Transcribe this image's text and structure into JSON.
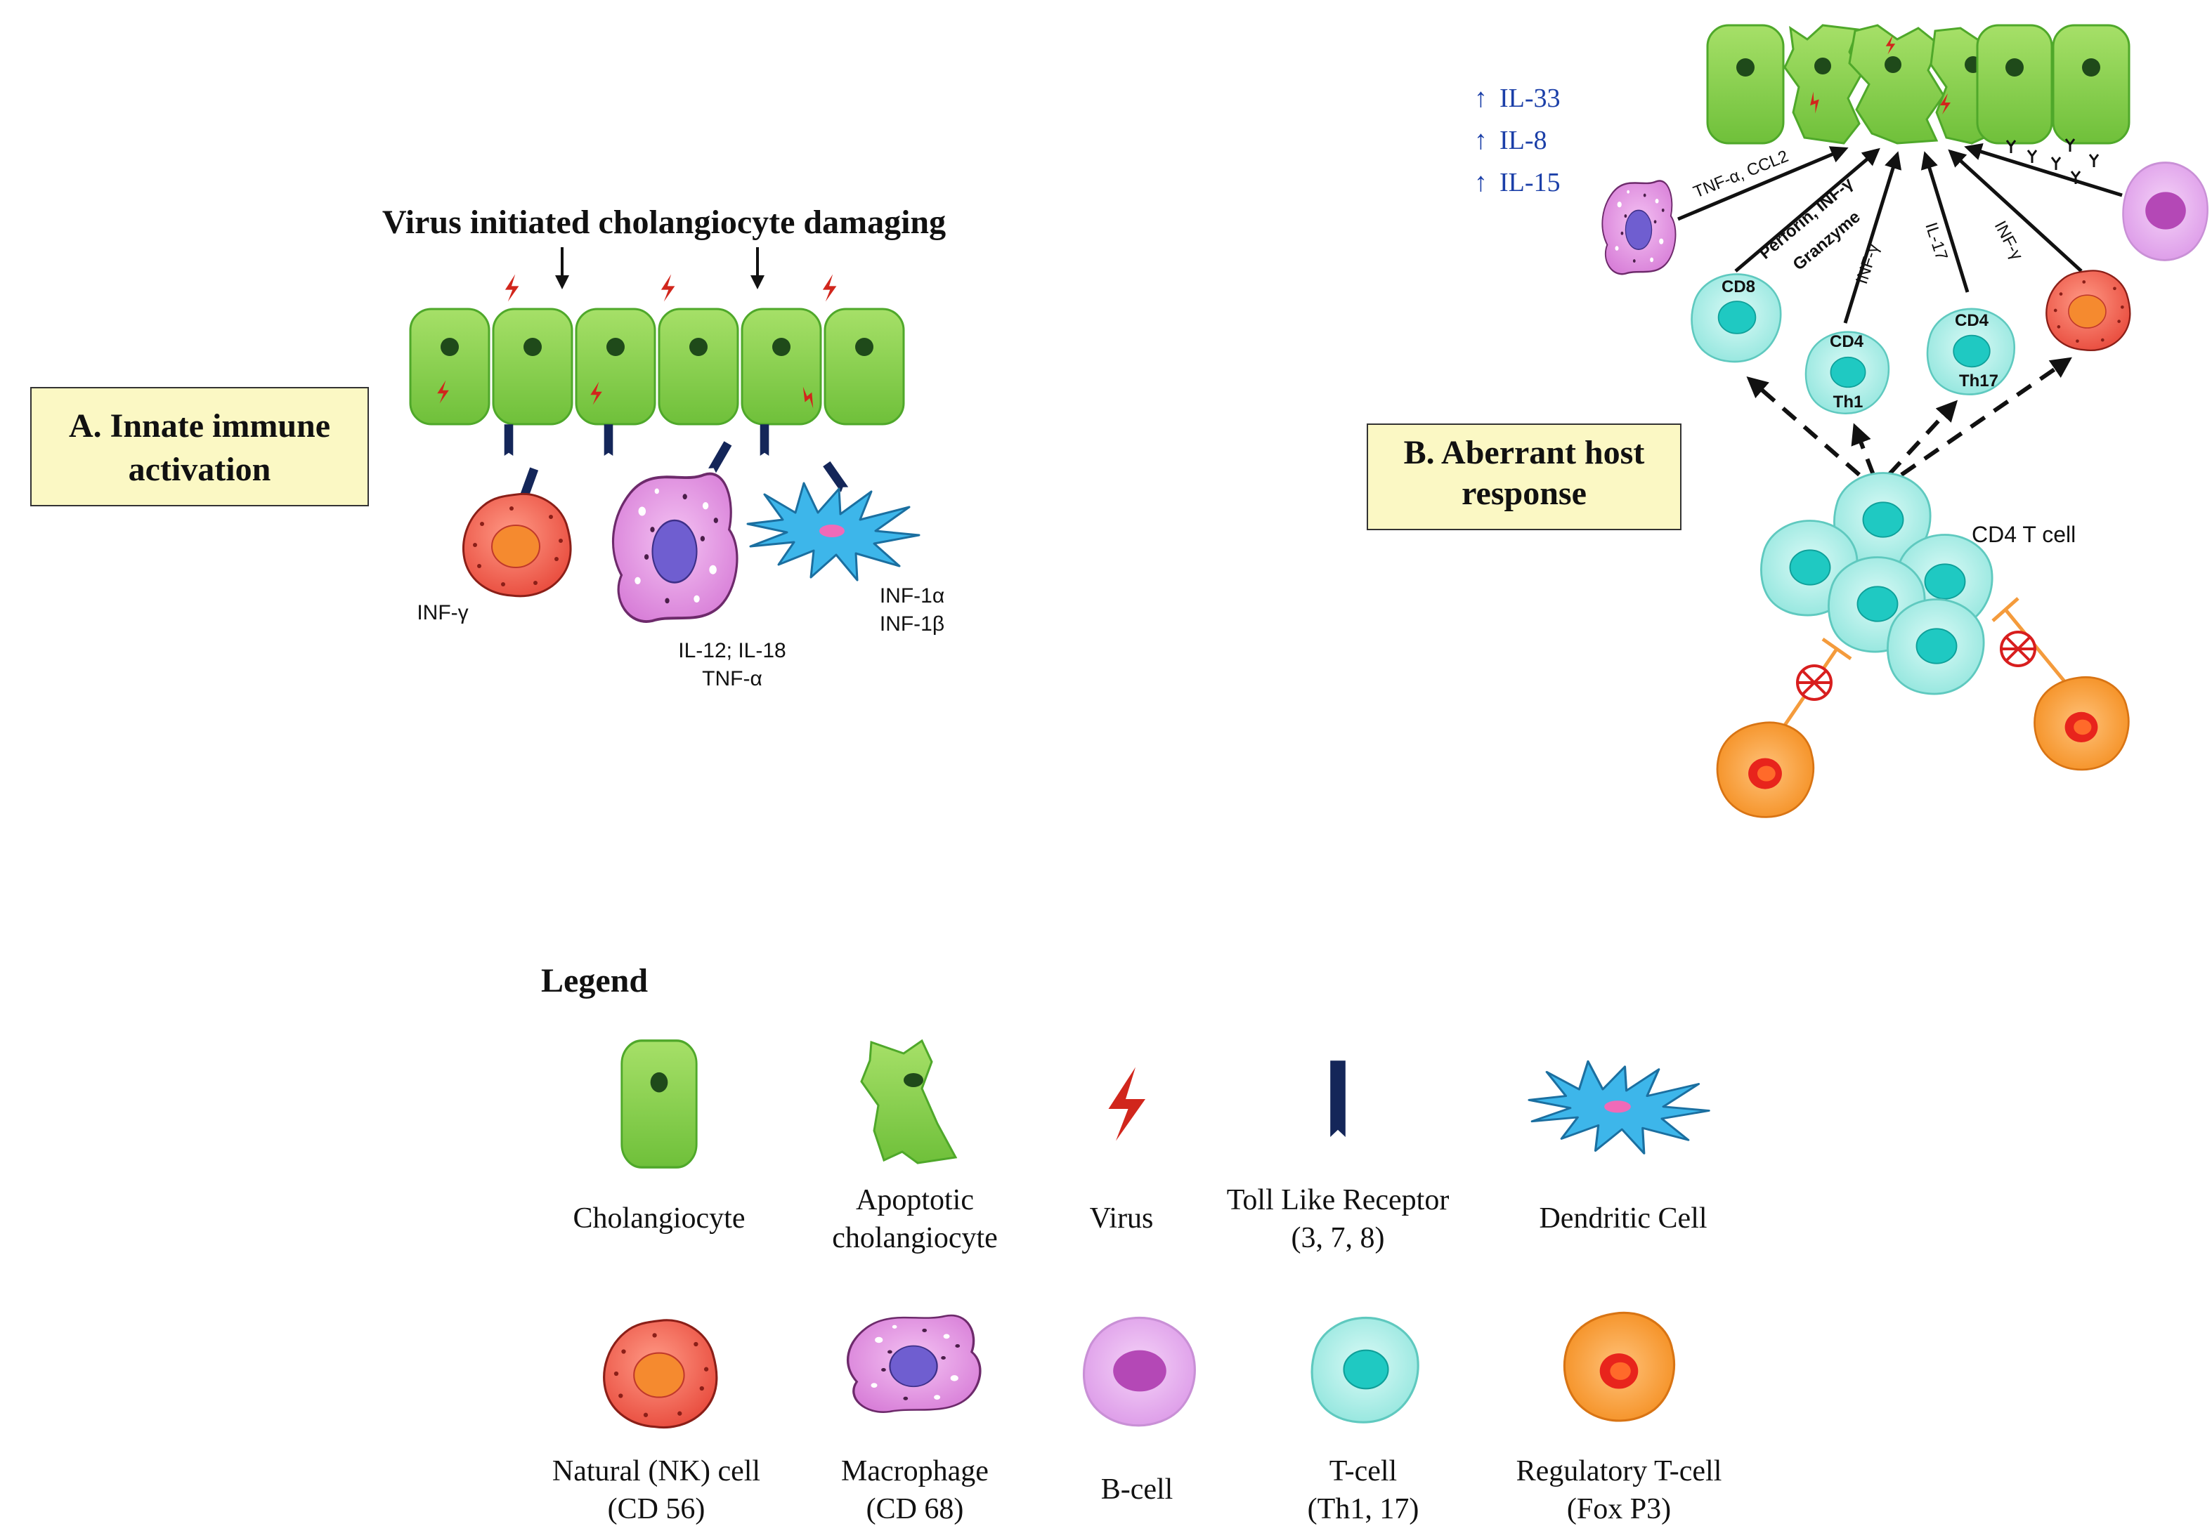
{
  "panel_a": {
    "title": "A. Innate immune activation",
    "title_lines": [
      "A. Innate immune",
      "activation"
    ],
    "virus_caption": "Virus initiated cholangiocyte damaging",
    "nk_cytokine": "INF-γ",
    "macrophage_cytokines": [
      "IL-12; IL-18",
      "TNF-α"
    ],
    "dendritic_cytokines": [
      "INF-1α",
      "INF-1β"
    ]
  },
  "panel_b": {
    "title": "B. Aberrant host response",
    "title_lines": [
      "B. Aberrant host",
      "response"
    ],
    "interleukins": [
      {
        "arrow": "↑",
        "label": "IL-33"
      },
      {
        "arrow": "↑",
        "label": "IL-8"
      },
      {
        "arrow": "↑",
        "label": "IL-15"
      }
    ],
    "arrow_labels": {
      "macrophage": "TNF-α, CCL2",
      "cd8_perforin": "Perforin, INF-γ",
      "cd8_granzyme": "Granzyme",
      "th1": "INF-γ",
      "th17": "IL-17",
      "nk": "INF-γ"
    },
    "cd8_label": "CD8",
    "th1_labels": [
      "CD4",
      "Th1"
    ],
    "th17_labels": [
      "CD4",
      "Th17"
    ],
    "cd4_cluster_label": "CD4 T cell"
  },
  "legend": {
    "title": "Legend",
    "items": [
      {
        "icon": "cholangiocyte-icon",
        "lines": [
          "Cholangiocyte"
        ]
      },
      {
        "icon": "apoptotic-cholangiocyte-icon",
        "lines": [
          "Apoptotic",
          "cholangiocyte"
        ]
      },
      {
        "icon": "virus-icon",
        "lines": [
          "Virus"
        ]
      },
      {
        "icon": "toll-like-receptor-icon",
        "lines": [
          "Toll Like Receptor",
          "(3, 7, 8)"
        ]
      },
      {
        "icon": "dendritic-cell-icon",
        "lines": [
          "Dendritic Cell"
        ]
      },
      {
        "icon": "nk-cell-icon",
        "lines": [
          "Natural (NK) cell",
          "(CD 56)"
        ]
      },
      {
        "icon": "macrophage-icon",
        "lines": [
          "Macrophage",
          "(CD 68)"
        ]
      },
      {
        "icon": "b-cell-icon",
        "lines": [
          "B-cell"
        ]
      },
      {
        "icon": "t-cell-icon",
        "lines": [
          "T-cell",
          "(Th1, 17)"
        ]
      },
      {
        "icon": "regulatory-t-cell-icon",
        "lines": [
          "Regulatory T-cell",
          "(Fox P3)"
        ]
      }
    ]
  },
  "colors": {
    "cholangiocyte": "#8fd64a",
    "nk_cell": "#f26a5a",
    "macrophage": "#e79be6",
    "dendritic": "#3db6ea",
    "b_cell": "#e6a6f0",
    "t_cell": "#aef0ea",
    "regulatory_t_cell": "#f7a540",
    "virus": "#d1261c",
    "receptor": "#142659",
    "interleukin_text": "#1b3fa8",
    "label_box": "#fbf8c4"
  }
}
